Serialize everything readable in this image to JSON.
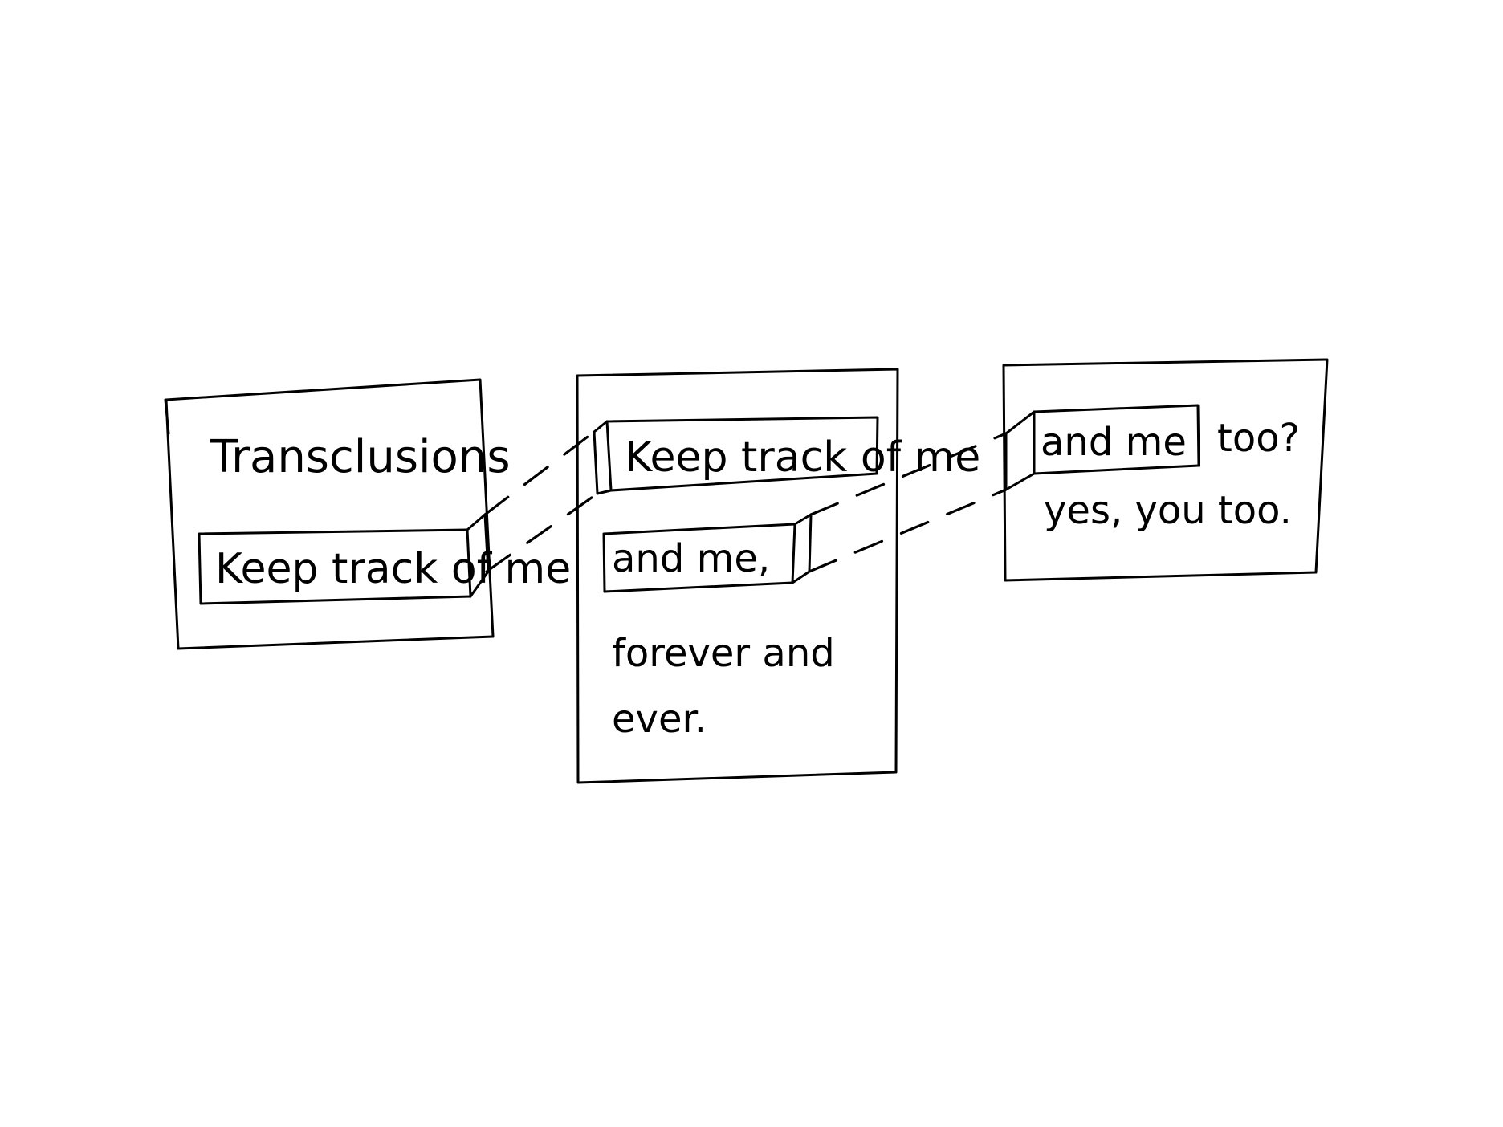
{
  "diagram": {
    "colors": {
      "ink": "#000000",
      "background": "#ffffff"
    },
    "left_note": {
      "title": "Transclusions",
      "clip": "Keep track of me"
    },
    "middle_note": {
      "clip_top": "Keep track of me",
      "clip_bottom": "and me,",
      "body_line1": "forever and",
      "body_line2": "ever."
    },
    "right_note": {
      "clip": "and me",
      "suffix": "too?",
      "body": "yes, you too."
    }
  }
}
